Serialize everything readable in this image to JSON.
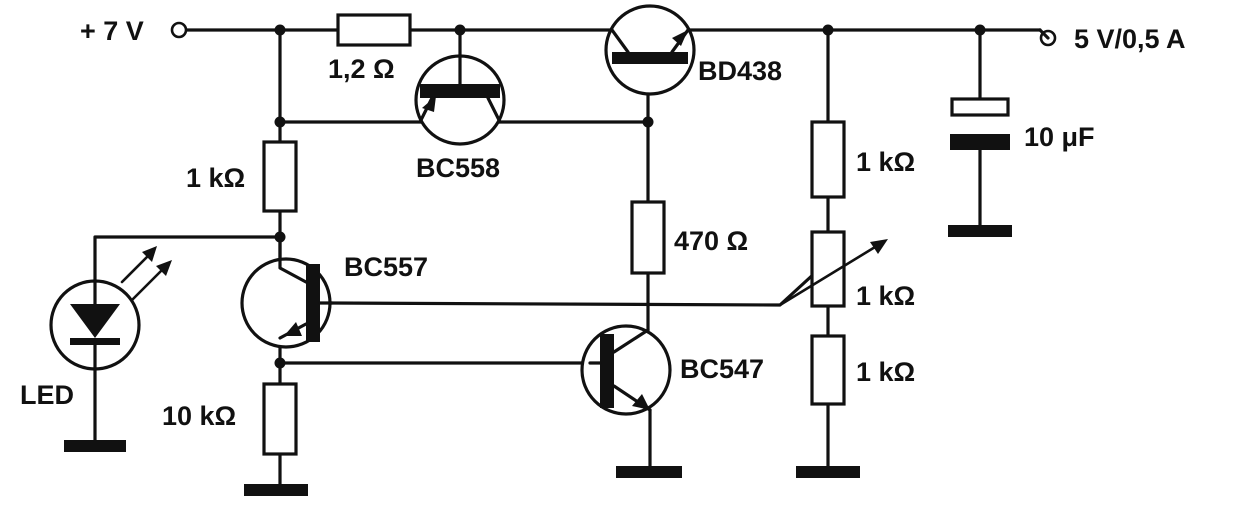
{
  "supply": {
    "input": "+ 7 V",
    "output": "5 V/0,5 A"
  },
  "resistors": {
    "r_sense": "1,2 Ω",
    "r_base_pnp": "1 kΩ",
    "r_emitter": "10 kΩ",
    "r_collector": "470 Ω",
    "r_div_top": "1 kΩ",
    "r_pot": "1 kΩ",
    "r_div_bottom": "1 kΩ"
  },
  "capacitor": {
    "value": "10 μF"
  },
  "transistors": {
    "pass": "BD438",
    "limit": "BC558",
    "error": "BC557",
    "driver": "BC547"
  },
  "led": {
    "label": "LED"
  }
}
